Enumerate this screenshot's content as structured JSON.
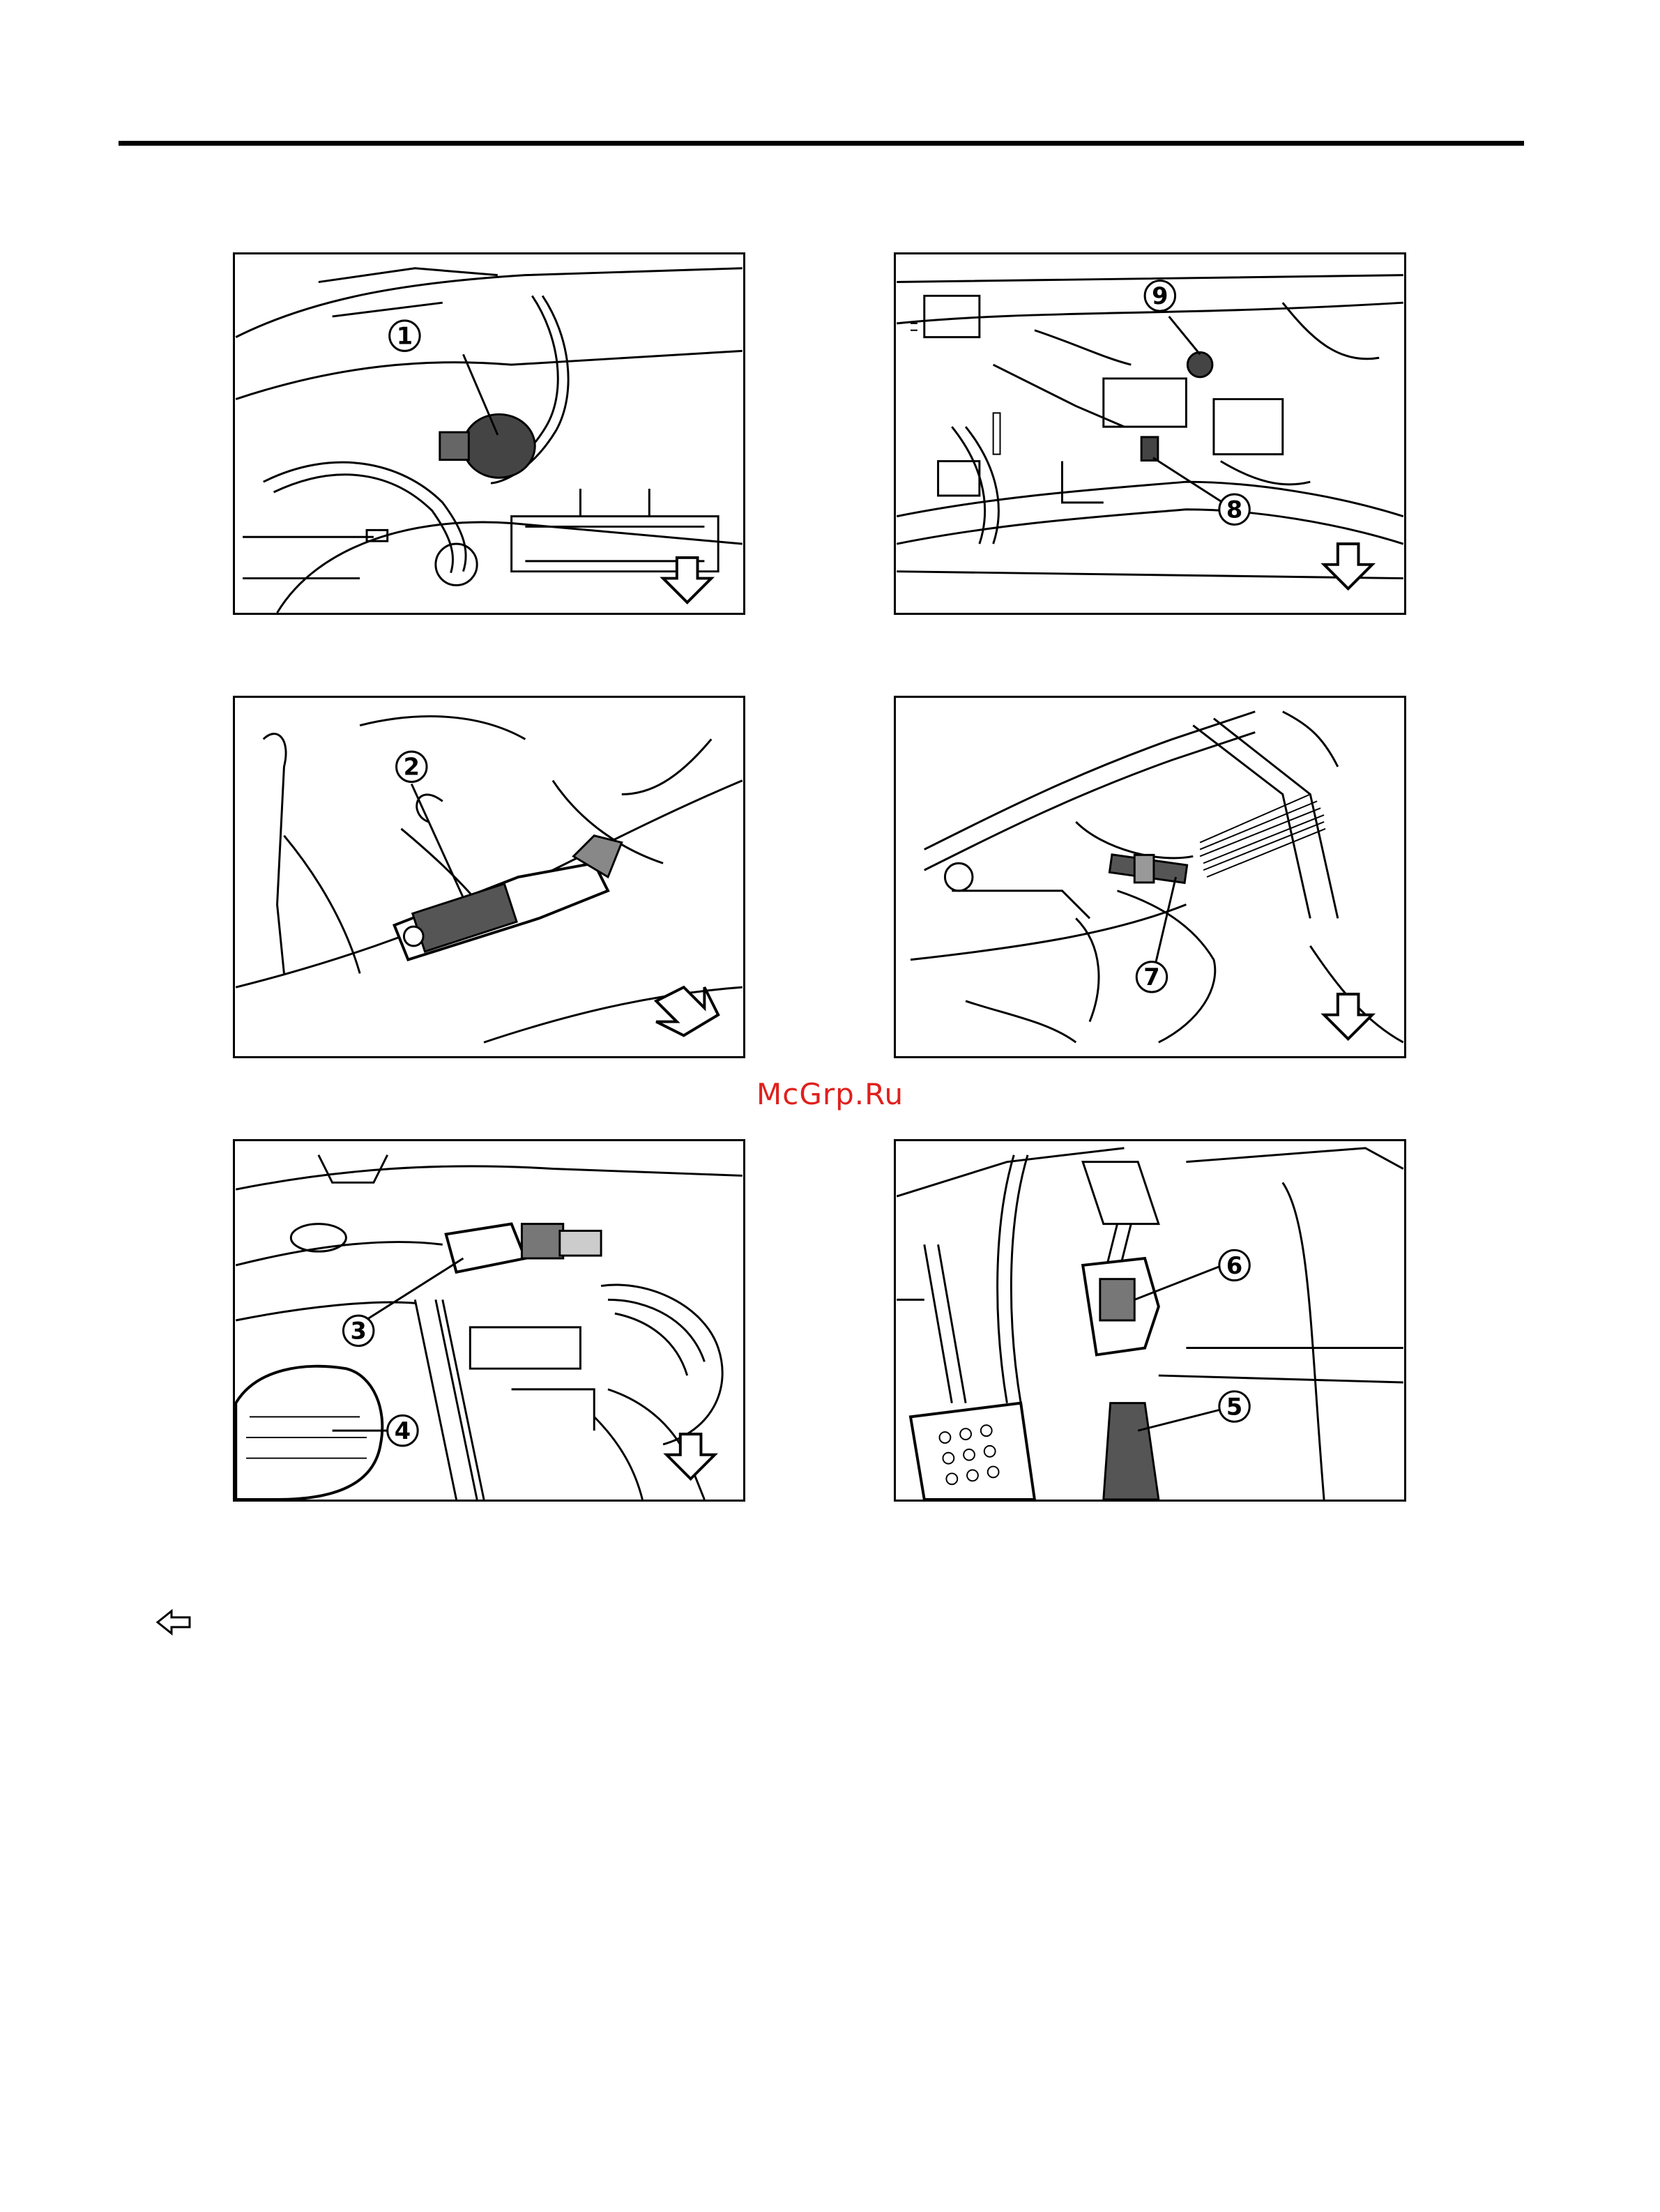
{
  "watermark": {
    "text": "McGrp.Ru",
    "color": "#e0201c"
  },
  "figures": [
    {
      "callouts": [
        "1"
      ],
      "direction_arrow": "down"
    },
    {
      "callouts": [
        "9",
        "8"
      ],
      "direction_arrow": "down"
    },
    {
      "callouts": [
        "2"
      ],
      "direction_arrow": "down-left"
    },
    {
      "callouts": [
        "7"
      ],
      "direction_arrow": "down"
    },
    {
      "callouts": [
        "3",
        "4"
      ],
      "direction_arrow": "down"
    },
    {
      "callouts": [
        "6",
        "5"
      ],
      "direction_arrow": "none"
    }
  ],
  "legend_icon": "outline-left-arrow-icon"
}
